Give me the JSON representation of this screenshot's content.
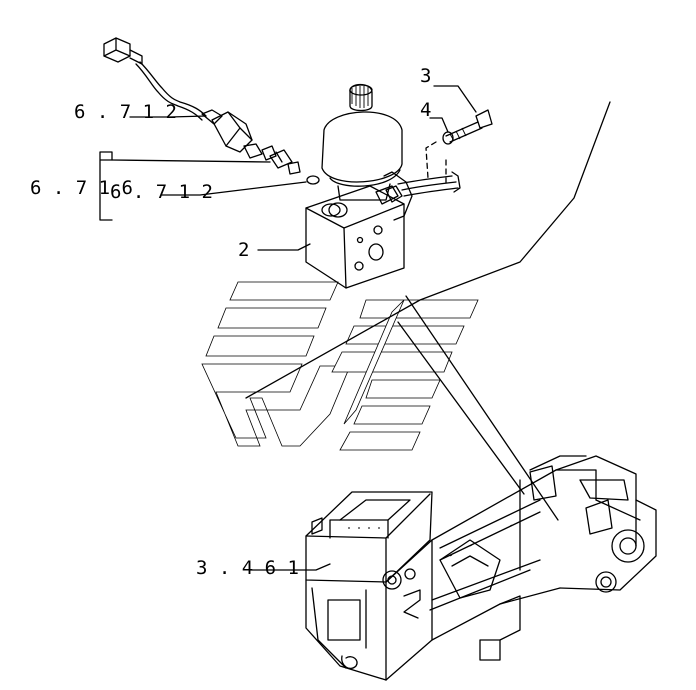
{
  "callouts": [
    {
      "id": "c3",
      "text": "3"
    },
    {
      "id": "c4",
      "text": "4"
    },
    {
      "id": "c2",
      "text": "2"
    },
    {
      "id": "c6712_top",
      "text": "6 . 7 1 2"
    },
    {
      "id": "c6716",
      "text": "6 . 7 1 6"
    },
    {
      "id": "c6712_mid",
      "text": "6 . 7 1 2"
    },
    {
      "id": "c3461",
      "text": "3 . 4 6 1"
    }
  ]
}
